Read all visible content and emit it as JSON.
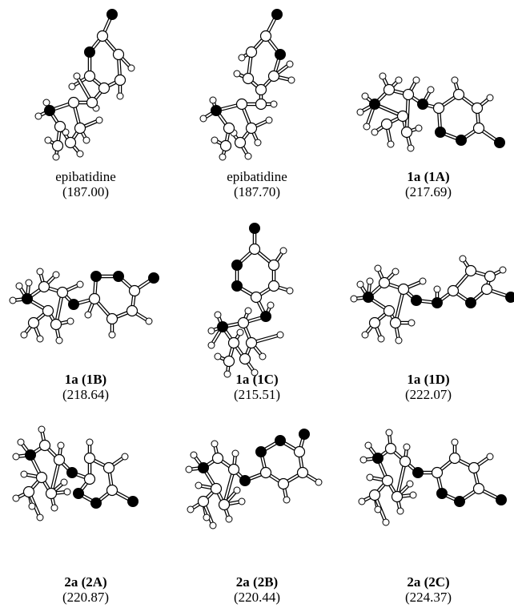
{
  "panels": [
    {
      "label_bold": "",
      "label_plain": "epibatidine",
      "value": "(187.00)",
      "molecule": "epibatidine-conformer-a"
    },
    {
      "label_bold": "",
      "label_plain": "epibatidine",
      "value": "(187.70)",
      "molecule": "epibatidine-conformer-b"
    },
    {
      "label_bold": "1a",
      "label_plain": "(1A)",
      "value": "(217.69)",
      "molecule": "compound-1a-conformer-1A"
    },
    {
      "label_bold": "1a",
      "label_plain": "(1B)",
      "value": "(218.64)",
      "molecule": "compound-1a-conformer-1B"
    },
    {
      "label_bold": "1a",
      "label_plain": "(1C)",
      "value": "(215.51)",
      "molecule": "compound-1a-conformer-1C"
    },
    {
      "label_bold": "1a",
      "label_plain": "(1D)",
      "value": "(222.07)",
      "molecule": "compound-1a-conformer-1D"
    },
    {
      "label_bold": "2a",
      "label_plain": "(2A)",
      "value": "(220.87)",
      "molecule": "compound-2a-conformer-2A"
    },
    {
      "label_bold": "2a",
      "label_plain": "(2B)",
      "value": "(220.44)",
      "molecule": "compound-2a-conformer-2B"
    },
    {
      "label_bold": "2a",
      "label_plain": "(2C)",
      "value": "(224.37)",
      "molecule": "compound-2a-conformer-2C"
    }
  ],
  "colors": {
    "heteroatom": "#000000",
    "carbon": "#ffffff",
    "hydrogen": "#ffffff",
    "bond": "#000000"
  }
}
